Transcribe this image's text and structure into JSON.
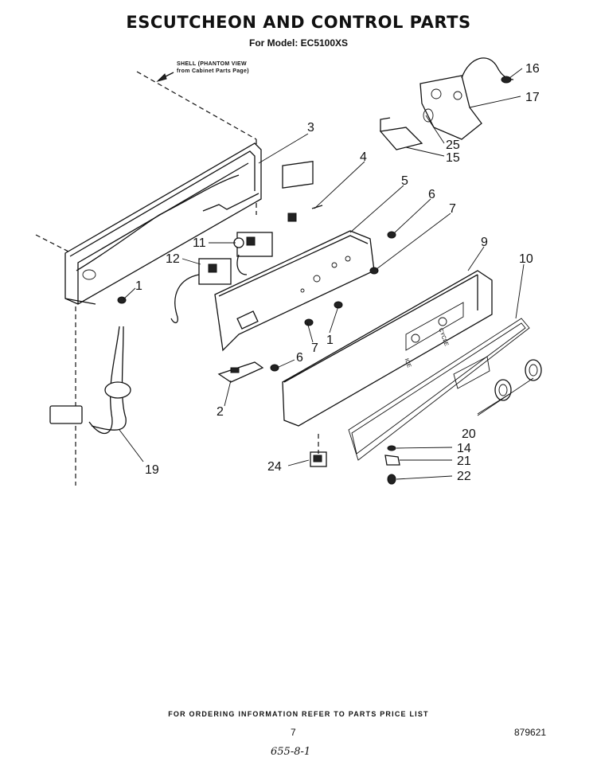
{
  "header": {
    "title": "ESCUTCHEON AND CONTROL PARTS",
    "subtitle": "For Model: EC5100XS"
  },
  "notes": {
    "shell_line1": "SHELL (PHANTOM VIEW",
    "shell_line2": "from Cabinet Parts Page)",
    "panel_label_ice": "ICE",
    "panel_label_cycle": "CYCLE"
  },
  "callouts": {
    "c1a": "1",
    "c1b": "1",
    "c2": "2",
    "c3": "3",
    "c4": "4",
    "c5": "5",
    "c6a": "6",
    "c6b": "6",
    "c7a": "7",
    "c7b": "7",
    "c9": "9",
    "c10": "10",
    "c11": "11",
    "c12": "12",
    "c14": "14",
    "c15": "15",
    "c16": "16",
    "c17": "17",
    "c19": "19",
    "c20": "20",
    "c21": "21",
    "c22": "22",
    "c24": "24",
    "c25": "25"
  },
  "footer": {
    "ordering_note": "FOR ORDERING INFORMATION REFER TO PARTS PRICE LIST",
    "page_number": "7",
    "document_number": "879621",
    "handwritten": "655-8-1"
  }
}
